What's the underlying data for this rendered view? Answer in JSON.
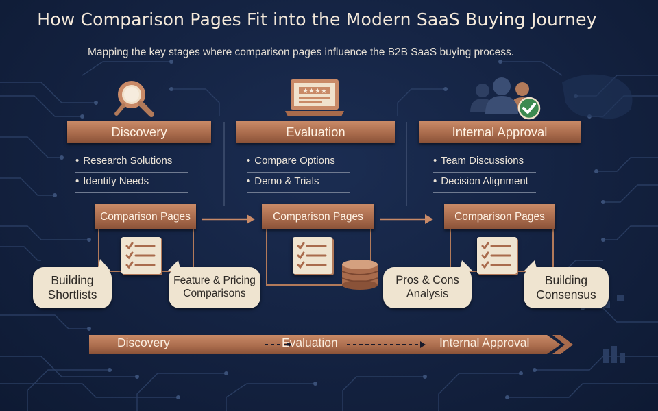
{
  "title": "How Comparison Pages Fit into the Modern SaaS Buying Journey",
  "subtitle": "Mapping the key stages where comparison pages influence the B2B SaaS buying process.",
  "stages": [
    {
      "name": "Discovery",
      "icon": "magnifier-icon",
      "bullets": [
        "Research Solutions",
        "Identify Needs"
      ],
      "box_label": "Comparison Pages",
      "bubbles": [
        {
          "lines": [
            "Building",
            "Shortlists"
          ]
        },
        {
          "lines": [
            "Feature & Pricing",
            "Comparisons"
          ]
        }
      ]
    },
    {
      "name": "Evaluation",
      "icon": "laptop-rating-icon",
      "bullets": [
        "Compare Options",
        "Demo & Trials"
      ],
      "box_label": "Comparison Pages",
      "bubbles": []
    },
    {
      "name": "Internal Approval",
      "icon": "team-check-icon",
      "bullets": [
        "Team Discussions",
        "Decision Alignment"
      ],
      "box_label": "Comparison Pages",
      "bubbles": [
        {
          "lines": [
            "Pros & Cons",
            "Analysis"
          ]
        },
        {
          "lines": [
            "Building",
            "Consensus"
          ]
        }
      ]
    }
  ],
  "flow": [
    "Discovery",
    "Evaluation",
    "Internal Approval"
  ],
  "colors": {
    "background": "#13213f",
    "copper": "#b27a5a",
    "cream": "#efe4d0",
    "check_green": "#3c8a50"
  }
}
